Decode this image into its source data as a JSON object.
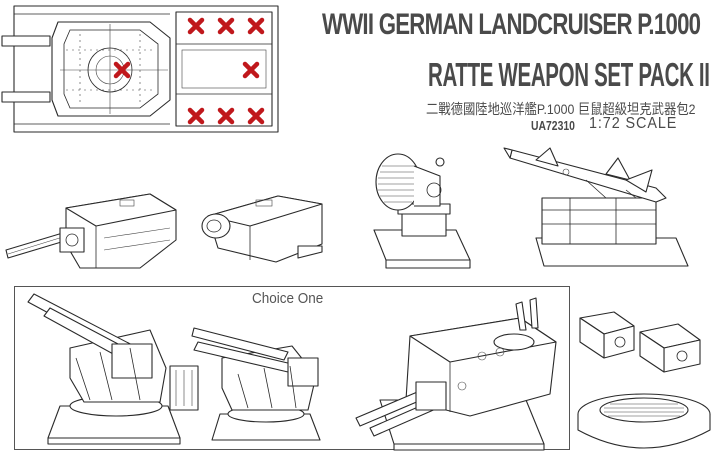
{
  "header": {
    "title_line1": "WWII GERMAN LANDCRUISER P.1000",
    "title_line2": "RATTE WEAPON SET PACK II",
    "title_chinese": "二戰德國陸地巡洋艦P.1000 巨鼠超級坦克武器包2",
    "product_code": "UA72310",
    "scale": "1:72 SCALE"
  },
  "sections": {
    "choice_label": "Choice One"
  },
  "colors": {
    "marker": "#c0181c",
    "line": "#2a2a2a",
    "title": "#4a4a4a"
  },
  "icons": [
    "cross-mark-icon"
  ]
}
